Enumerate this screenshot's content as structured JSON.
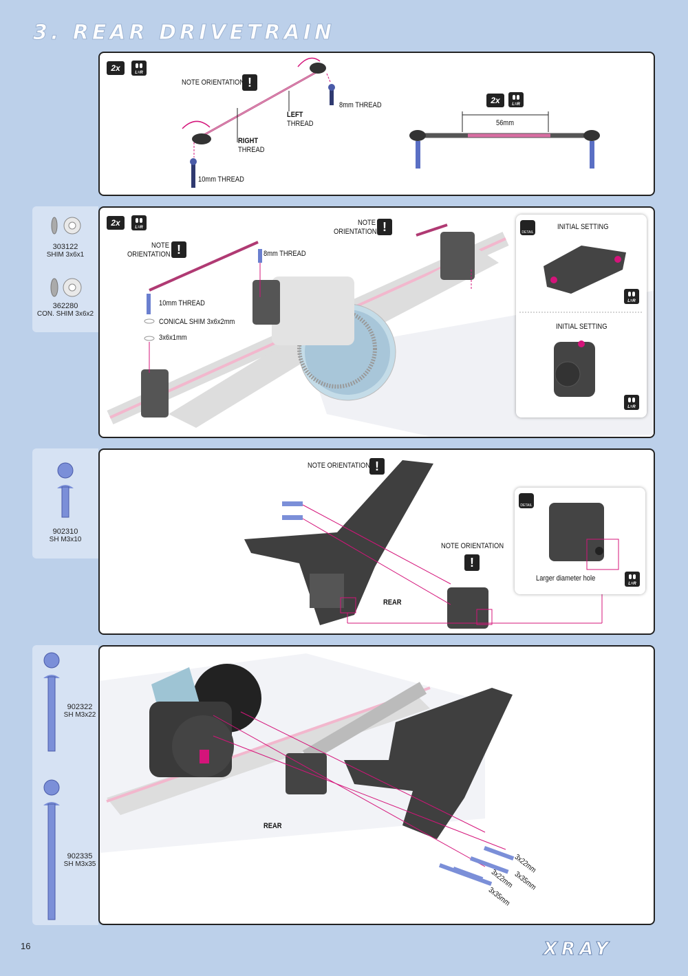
{
  "section_title": "3. REAR DRIVETRAIN",
  "page_number": "16",
  "brand": "XRAY",
  "colors": {
    "background": "#bcd0ea",
    "accent": "#d4147a",
    "part_blue": "#6a7fcf"
  },
  "step1": {
    "quantity_badge": "2x",
    "note_orientation": "NOTE ORIENTATION",
    "left_thread": "LEFT THREAD",
    "left_thread_l1": "LEFT",
    "left_thread_l2": "THREAD",
    "right_thread_l1": "RIGHT",
    "right_thread_l2": "THREAD",
    "thread_8mm": "8mm THREAD",
    "thread_10mm": "10mm THREAD",
    "badge2": "2x",
    "length": "56mm"
  },
  "step2": {
    "parts": [
      {
        "code": "303122",
        "desc": "SHIM 3x6x1"
      },
      {
        "code": "362280",
        "desc": "CON. SHIM 3x6x2"
      }
    ],
    "quantity_badge": "2x",
    "note1_l1": "NOTE",
    "note1_l2": "ORIENTATION",
    "note2_l1": "NOTE",
    "note2_l2": "ORIENTATION",
    "thread_8mm": "8mm THREAD",
    "thread_10mm": "10mm THREAD",
    "conical_shim": "CONICAL SHIM 3x6x2mm",
    "shim": "3x6x1mm",
    "initial_setting_1": "INITIAL SETTING",
    "initial_setting_2": "INITIAL SETTING",
    "detail": "DETAIL"
  },
  "step3": {
    "parts": [
      {
        "code": "902310",
        "desc": "SH M3x10"
      }
    ],
    "note_orientation_1": "NOTE ORIENTATION",
    "note_orientation_2": "NOTE ORIENTATION",
    "rear": "REAR",
    "larger_hole": "Larger diameter hole",
    "detail": "DETAIL"
  },
  "step4": {
    "parts": [
      {
        "code": "902322",
        "desc": "SH M3x22"
      },
      {
        "code": "902335",
        "desc": "SH M3x35"
      }
    ],
    "rear": "REAR",
    "screws": [
      "3x22mm",
      "3x35mm",
      "3x22mm",
      "3x35mm"
    ]
  },
  "lr_label": "L=R"
}
